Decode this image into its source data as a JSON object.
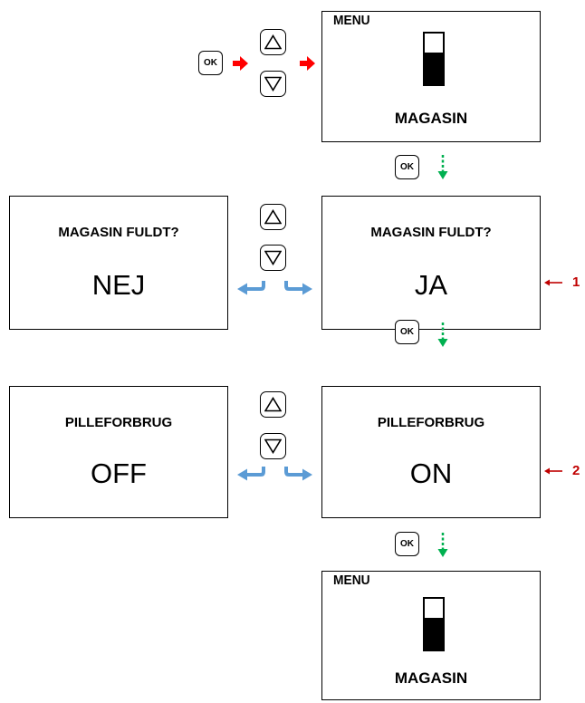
{
  "keys": {
    "ok_label": "OK"
  },
  "menu_screen": {
    "title": "MENU",
    "label": "MAGASIN",
    "battery_level": 0.62
  },
  "magasin_fuldt": {
    "title": "MAGASIN FULDT?",
    "option_left": "NEJ",
    "option_right": "JA"
  },
  "pilleforbrug": {
    "title": "PILLEFORBRUG",
    "option_left": "OFF",
    "option_right": "ON"
  },
  "callouts": [
    "1",
    "2"
  ],
  "colors": {
    "start_arrow": "#ff0000",
    "next_arrow": "#00b050",
    "toggle_arrow": "#5b9bd5",
    "callout": "#c00000"
  }
}
